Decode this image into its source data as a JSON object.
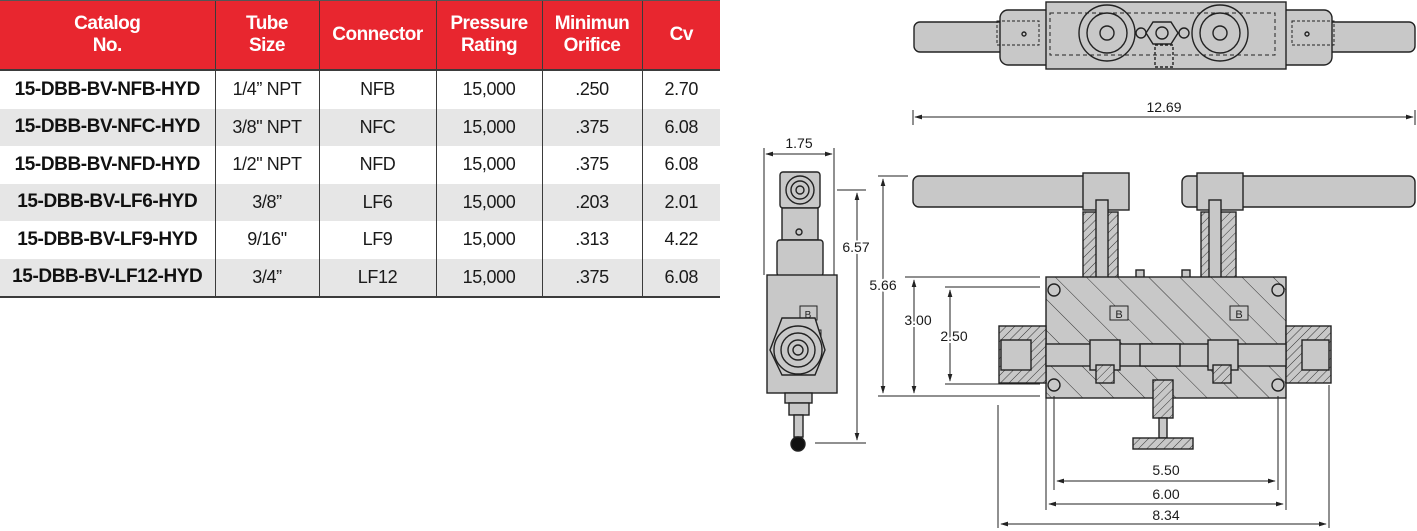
{
  "table": {
    "headers": [
      {
        "line1": "Catalog",
        "line2": "No."
      },
      {
        "line1": "Tube",
        "line2": "Size"
      },
      {
        "line1": "Connector",
        "line2": ""
      },
      {
        "line1": "Pressure",
        "line2": "Rating"
      },
      {
        "line1": "Minimun",
        "line2": "Orifice"
      },
      {
        "line1": "Cv",
        "line2": ""
      }
    ],
    "rows": [
      {
        "catalog": "15-DBB-BV-NFB-HYD",
        "tube_size": "1/4” NPT",
        "connector": "NFB",
        "pressure": "15,000",
        "orifice": ".250",
        "cv": "2.70"
      },
      {
        "catalog": "15-DBB-BV-NFC-HYD",
        "tube_size": "3/8\" NPT",
        "connector": "NFC",
        "pressure": "15,000",
        "orifice": ".375",
        "cv": "6.08"
      },
      {
        "catalog": "15-DBB-BV-NFD-HYD",
        "tube_size": "1/2\" NPT",
        "connector": "NFD",
        "pressure": "15,000",
        "orifice": ".375",
        "cv": "6.08"
      },
      {
        "catalog": "15-DBB-BV-LF6-HYD",
        "tube_size": "3/8”",
        "connector": "LF6",
        "pressure": "15,000",
        "orifice": ".203",
        "cv": "2.01"
      },
      {
        "catalog": "15-DBB-BV-LF9-HYD",
        "tube_size": "9/16\"",
        "connector": "LF9",
        "pressure": "15,000",
        "orifice": ".313",
        "cv": "4.22"
      },
      {
        "catalog": "15-DBB-BV-LF12-HYD",
        "tube_size": "3/4”",
        "connector": "LF12",
        "pressure": "15,000",
        "orifice": ".375",
        "cv": "6.08"
      }
    ]
  },
  "drawing": {
    "dimensions": {
      "overall_width": "12.69",
      "side_width": "1.75",
      "side_height": "6.57",
      "front_height": "5.66",
      "body_height": "3.00",
      "port_spacing_vertical": "2.50",
      "hole_spacing": "5.50",
      "body_width": "6.00",
      "overall_body_width": "8.34"
    },
    "labels": {
      "bonnet_marker": "B"
    },
    "colors": {
      "fill": "#c8c8c8",
      "stroke": "#222222"
    }
  }
}
